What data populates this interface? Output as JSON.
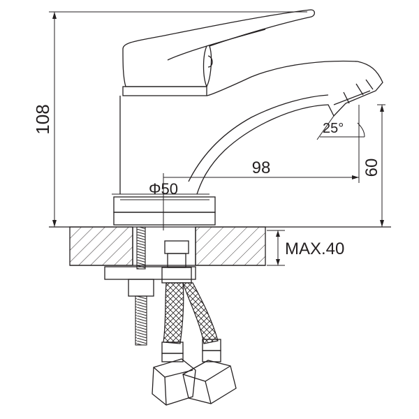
{
  "dimensions": {
    "height_total": "108",
    "spout_height": "60",
    "spout_reach": "98",
    "base_diameter": "Φ50",
    "spout_angle": "25°",
    "max_counter_thickness": "MAX.40"
  },
  "colors": {
    "line": "#231f20",
    "background": "#ffffff"
  },
  "icons": {
    "part": "faucet-technical-drawing"
  }
}
